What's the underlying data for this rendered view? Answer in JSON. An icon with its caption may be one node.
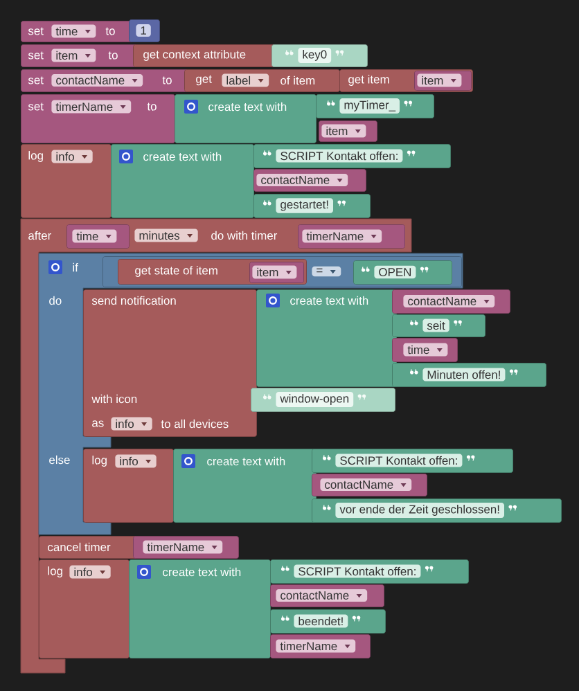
{
  "diagram": {
    "nodes": [
      {
        "text": [
          "set",
          "time",
          "to"
        ]
      },
      {
        "text": [
          "1"
        ]
      },
      {
        "text": [
          "set",
          "item",
          "to"
        ]
      },
      {
        "text": [
          "get context attribute"
        ]
      },
      {
        "text": [
          "key0"
        ]
      },
      {
        "text": [
          "set",
          "contactName",
          "to"
        ]
      },
      {
        "text": [
          "get",
          "label",
          "of item"
        ]
      },
      {
        "text": [
          "get item"
        ]
      },
      {
        "text": [
          "item"
        ],
        "in": 7
      },
      {
        "text": [
          "set",
          "timerName",
          "to"
        ]
      },
      {
        "text": [
          "create text with"
        ]
      },
      {
        "text": [
          "myTimer_"
        ]
      },
      {
        "text": [
          "item"
        ]
      },
      {
        "text": [
          "log",
          "info"
        ]
      },
      {
        "text": [
          "create text with"
        ]
      },
      {
        "text": [
          "SCRIPT Kontakt offen:"
        ]
      },
      {
        "text": [
          "contactName"
        ]
      },
      {
        "text": [
          "gestartet!"
        ]
      },
      {
        "text": [
          "after",
          "minutes",
          "do with timer"
        ]
      },
      {
        "text": [
          "time"
        ],
        "in": 18
      },
      {
        "text": [
          "timerName"
        ],
        "in": 18
      },
      {
        "text": [
          "if",
          "do",
          "else"
        ]
      },
      {
        "text": [
          "="
        ],
        "in": 21
      },
      {
        "text": [
          "get state of item"
        ],
        "in": 22
      },
      {
        "text": [
          "item"
        ],
        "in": 23
      },
      {
        "text": [
          "OPEN"
        ],
        "in": 22
      },
      {
        "text": [
          "send notification",
          "with icon",
          "as",
          "info",
          "to all devices"
        ],
        "in": 21
      },
      {
        "text": [
          "create text with"
        ]
      },
      {
        "text": [
          "contactName"
        ]
      },
      {
        "text": [
          "seit"
        ]
      },
      {
        "text": [
          "time"
        ]
      },
      {
        "text": [
          "Minuten offen!"
        ]
      },
      {
        "text": [
          "window-open"
        ]
      },
      {
        "text": [
          "log",
          "info"
        ],
        "in": 21
      },
      {
        "text": [
          "create text with"
        ]
      },
      {
        "text": [
          "SCRIPT Kontakt offen:"
        ]
      },
      {
        "text": [
          "contactName"
        ]
      },
      {
        "text": [
          "vor ende der Zeit geschlossen!"
        ]
      },
      {
        "text": [
          "cancel timer"
        ],
        "in": 18
      },
      {
        "text": [
          "timerName"
        ]
      },
      {
        "text": [
          "log",
          "info"
        ],
        "in": 18
      },
      {
        "text": [
          "create text with"
        ]
      },
      {
        "text": [
          "SCRIPT Kontakt offen:"
        ]
      },
      {
        "text": [
          "contactName"
        ]
      },
      {
        "text": [
          "beendet!"
        ]
      },
      {
        "text": [
          "timerName"
        ]
      }
    ]
  }
}
